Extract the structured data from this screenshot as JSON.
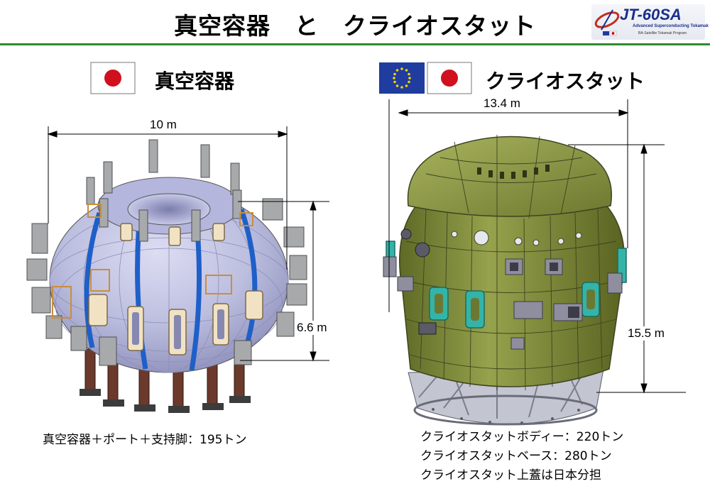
{
  "header": {
    "title": "真空容器　と　クライオスタット",
    "accent_color": "#2e8b2e"
  },
  "logo": {
    "name": "JT-60SA",
    "subtitle": "Advanced Superconducting Tokamak",
    "subtitle2": "BA-Satellite Tokamak Program"
  },
  "left_panel": {
    "label": "真空容器",
    "flags": [
      "japan-flag"
    ],
    "width_dim": "10 m",
    "height_dim": "6.6 m",
    "caption": "真空容器＋ポート＋支持脚：195トン"
  },
  "right_panel": {
    "label": "クライオスタット",
    "flags": [
      "eu-flag",
      "japan-flag"
    ],
    "width_dim": "13.4 m",
    "height_dim": "15.5 m",
    "caption_lines": [
      "クライオスタットボディー：220トン",
      "クライオスタットベース：280トン",
      "クライオスタット上蓋は日本分担"
    ]
  },
  "colors": {
    "vessel_body": "#c3c5e6",
    "vessel_stripe": "#1f5fc8",
    "vessel_port": "#a7a9ab",
    "support_leg": "#6b3a2c",
    "cryostat_body": "#8a9640",
    "cryostat_frame": "#3d4320",
    "cryostat_port": "#34b4a8",
    "base_frame": "#a8aab6"
  }
}
